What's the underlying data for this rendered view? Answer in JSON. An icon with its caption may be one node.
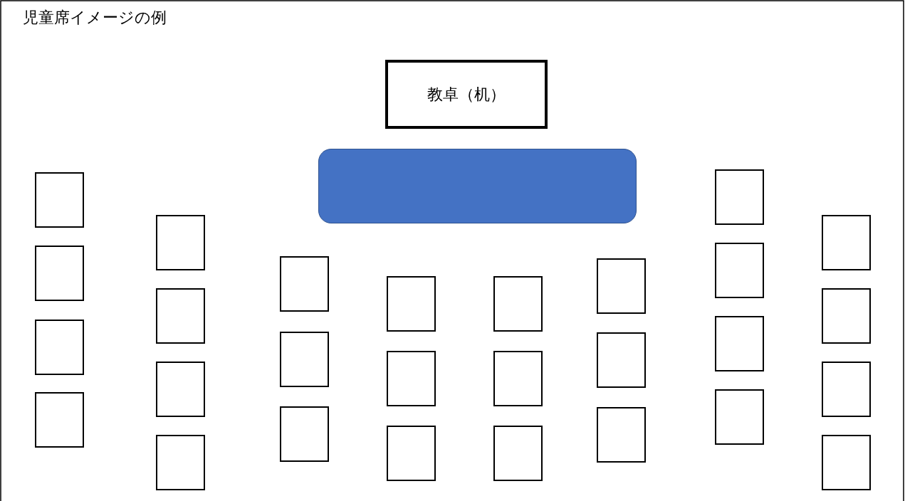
{
  "diagram": {
    "title": "児童席イメージの例",
    "nodes": [
      {
        "text": [
          "教卓（机）"
        ]
      },
      {
        "text": [],
        "shape": "box"
      },
      {
        "text": [],
        "shape": "box"
      },
      {
        "text": [],
        "shape": "box"
      },
      {
        "text": [],
        "shape": "box"
      },
      {
        "text": [],
        "shape": "box"
      },
      {
        "text": [],
        "shape": "box"
      },
      {
        "text": [],
        "shape": "box"
      },
      {
        "text": [],
        "shape": "box"
      },
      {
        "text": [],
        "shape": "box"
      },
      {
        "text": [],
        "shape": "box"
      },
      {
        "text": [],
        "shape": "box"
      },
      {
        "text": [],
        "shape": "box"
      },
      {
        "text": [],
        "shape": "box"
      },
      {
        "text": [],
        "shape": "box"
      },
      {
        "text": [],
        "shape": "box"
      },
      {
        "text": [],
        "shape": "box"
      },
      {
        "text": [],
        "shape": "box"
      },
      {
        "text": [],
        "shape": "box"
      },
      {
        "text": [],
        "shape": "box"
      },
      {
        "text": [],
        "shape": "box"
      },
      {
        "text": [],
        "shape": "box"
      },
      {
        "text": [],
        "shape": "box"
      },
      {
        "text": [],
        "shape": "box"
      },
      {
        "text": [],
        "shape": "box"
      },
      {
        "text": [],
        "shape": "box"
      },
      {
        "text": [],
        "shape": "box"
      },
      {
        "text": [],
        "shape": "box"
      },
      {
        "text": [],
        "shape": "box"
      },
      {
        "text": [],
        "shape": "box"
      }
    ]
  }
}
